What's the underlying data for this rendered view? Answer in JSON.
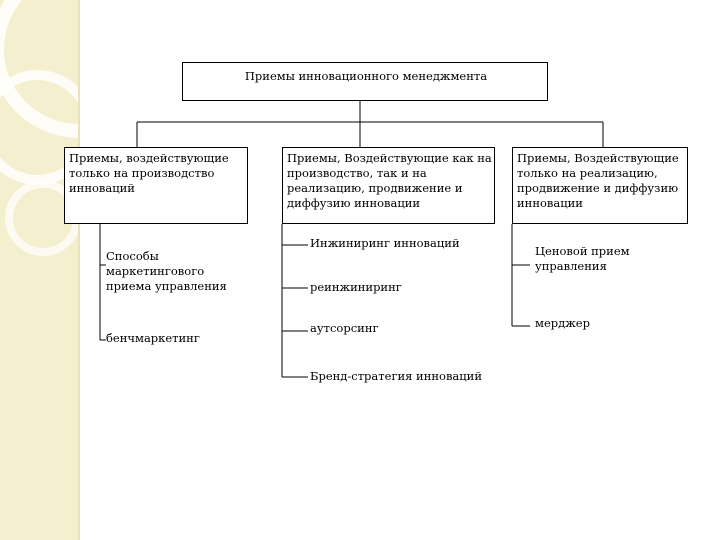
{
  "diagram": {
    "root": "Приемы инновационного менеджмента",
    "categories": [
      {
        "title": "Приемы, воздействующие только на производство инноваций",
        "items": [
          "Способы маркетингового приема управления",
          "бенчмаркетинг"
        ]
      },
      {
        "title": "Приемы, Воздействующие как на производство, так и на реализацию, продвижение и диффузию инновации",
        "items": [
          "Инжиниринг инноваций",
          "реинжиниринг",
          "аутсорсинг",
          "Бренд-стратегия инноваций"
        ]
      },
      {
        "title": "Приемы, Воздействующие только на реализацию, продвижение и диффузию инновации",
        "items": [
          "Ценовой прием управления",
          "мерджер"
        ]
      }
    ]
  },
  "colors": {
    "sidebar": "#f4efcf",
    "ring": "#ffffff",
    "line": "#000000"
  }
}
